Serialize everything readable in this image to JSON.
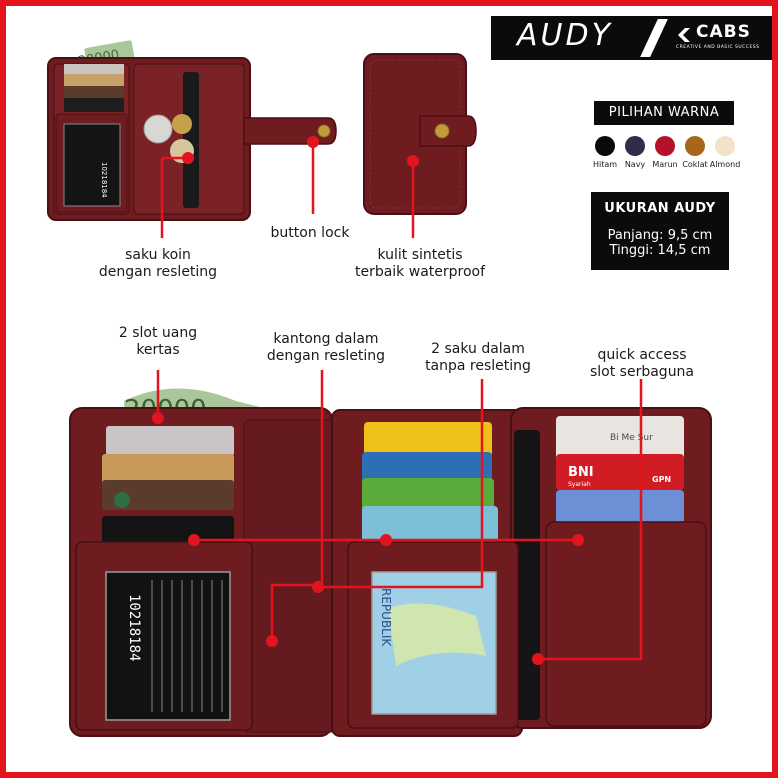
{
  "brand": {
    "product_name": "AUDY",
    "logo_text": "CABS",
    "logo_tagline": "CREATIVE AND BASIC SUCCESS"
  },
  "colors": {
    "title": "PILIHAN WARNA",
    "options": [
      {
        "name": "Hitam",
        "hex": "#0a0a0a"
      },
      {
        "name": "Navy",
        "hex": "#2f2d4a"
      },
      {
        "name": "Marun",
        "hex": "#b3122a"
      },
      {
        "name": "Coklat",
        "hex": "#a8651c"
      },
      {
        "name": "Almond",
        "hex": "#f1e2c9"
      }
    ]
  },
  "size": {
    "title": "UKURAN AUDY",
    "length": "Panjang: 9,5 cm",
    "height": "Tinggi: 14,5 cm"
  },
  "callouts": {
    "coin_pocket": {
      "line1": "saku koin",
      "line2": "dengan resleting"
    },
    "button_lock": {
      "line1": "button lock"
    },
    "leather": {
      "line1": "kulit sintetis",
      "line2": "terbaik waterproof"
    },
    "cash_slots": {
      "line1": "2 slot uang",
      "line2": "kertas"
    },
    "inner_pocket": {
      "line1": "kantong dalam",
      "line2": "dengan resleting"
    },
    "inner_pockets_no_zip": {
      "line1": "2 saku dalam",
      "line2": "tanpa resleting"
    },
    "quick_access": {
      "line1": "quick access",
      "line2": "slot serbaguna"
    }
  },
  "photo_text": {
    "banknote": "20000",
    "serial": "10218184",
    "bank_card": "BNI",
    "bank_card_sub": "Syariah",
    "gpn": "GPN",
    "id_card": "REPUBLIK",
    "card_words": "Bi Me Sur"
  },
  "accent": "#e3141d",
  "wallet_color": "#6e1c20"
}
